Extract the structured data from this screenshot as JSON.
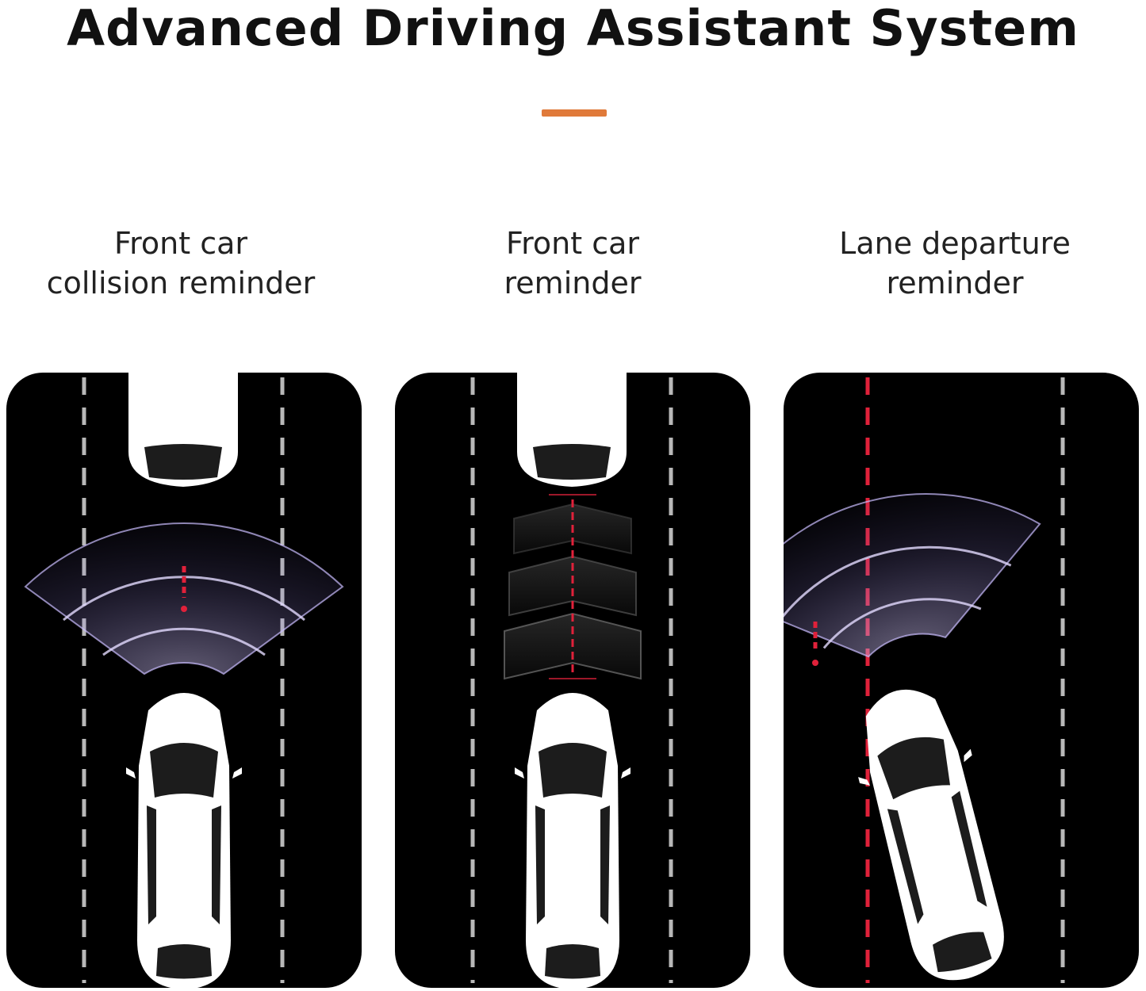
{
  "title": "Advanced Driving Assistant System",
  "colors": {
    "accent": "#e07a3a",
    "road": "#000000",
    "lane": "#b8b8b8",
    "warning": "#e0213a",
    "radar": "#c7b8ff",
    "car": "#ffffff",
    "glass": "#1a1a1a"
  },
  "features": [
    {
      "caption": "Front car\ncollision reminder",
      "icon": "front-collision-radar"
    },
    {
      "caption": "Front car\nreminder",
      "icon": "front-car-distance-chevrons"
    },
    {
      "caption": "Lane departure\nreminder",
      "icon": "lane-departure-radar"
    }
  ]
}
